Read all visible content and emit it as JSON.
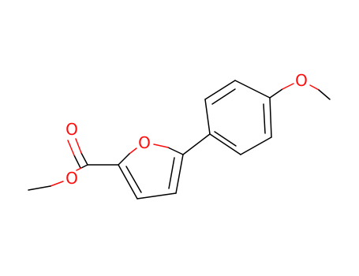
{
  "structure": {
    "atoms": {
      "ring_oxygen": "O",
      "carbonyl_oxygen": "O",
      "ester_oxygen": "O",
      "methoxy_oxygen": "O"
    },
    "colors": {
      "carbon_bond": "#000000",
      "oxygen": "#ff0d0d",
      "background": "#ffffff"
    }
  }
}
